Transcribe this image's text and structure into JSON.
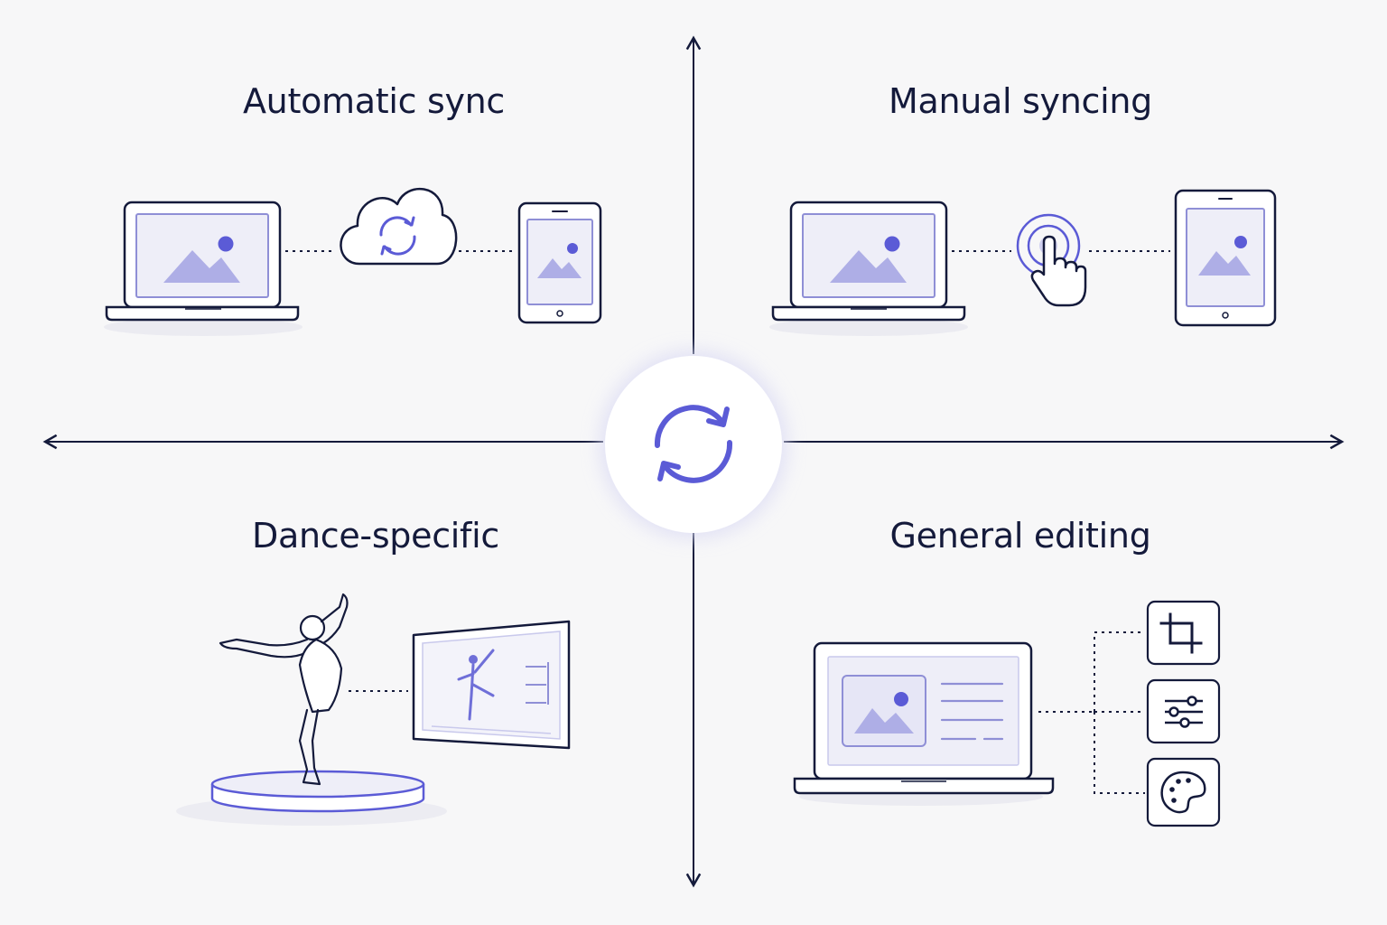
{
  "quadrants": {
    "top_left": {
      "label": "Automatic sync"
    },
    "top_right": {
      "label": "Manual syncing"
    },
    "bottom_left": {
      "label": "Dance-specific"
    },
    "bottom_right": {
      "label": "General editing"
    }
  },
  "center": {
    "icon": "sync-icon"
  },
  "icons": [
    "laptop-icon",
    "cloud-sync-icon",
    "phone-icon",
    "tap-hand-icon",
    "tablet-icon",
    "dancer-figure",
    "video-screen-icon",
    "crop-icon",
    "sliders-icon",
    "palette-icon"
  ],
  "colors": {
    "ink": "#141a3b",
    "accent": "#5b5bd6",
    "accent_fill": "#aeaee6",
    "screen": "#eeeef8",
    "background": "#f7f7f8"
  }
}
